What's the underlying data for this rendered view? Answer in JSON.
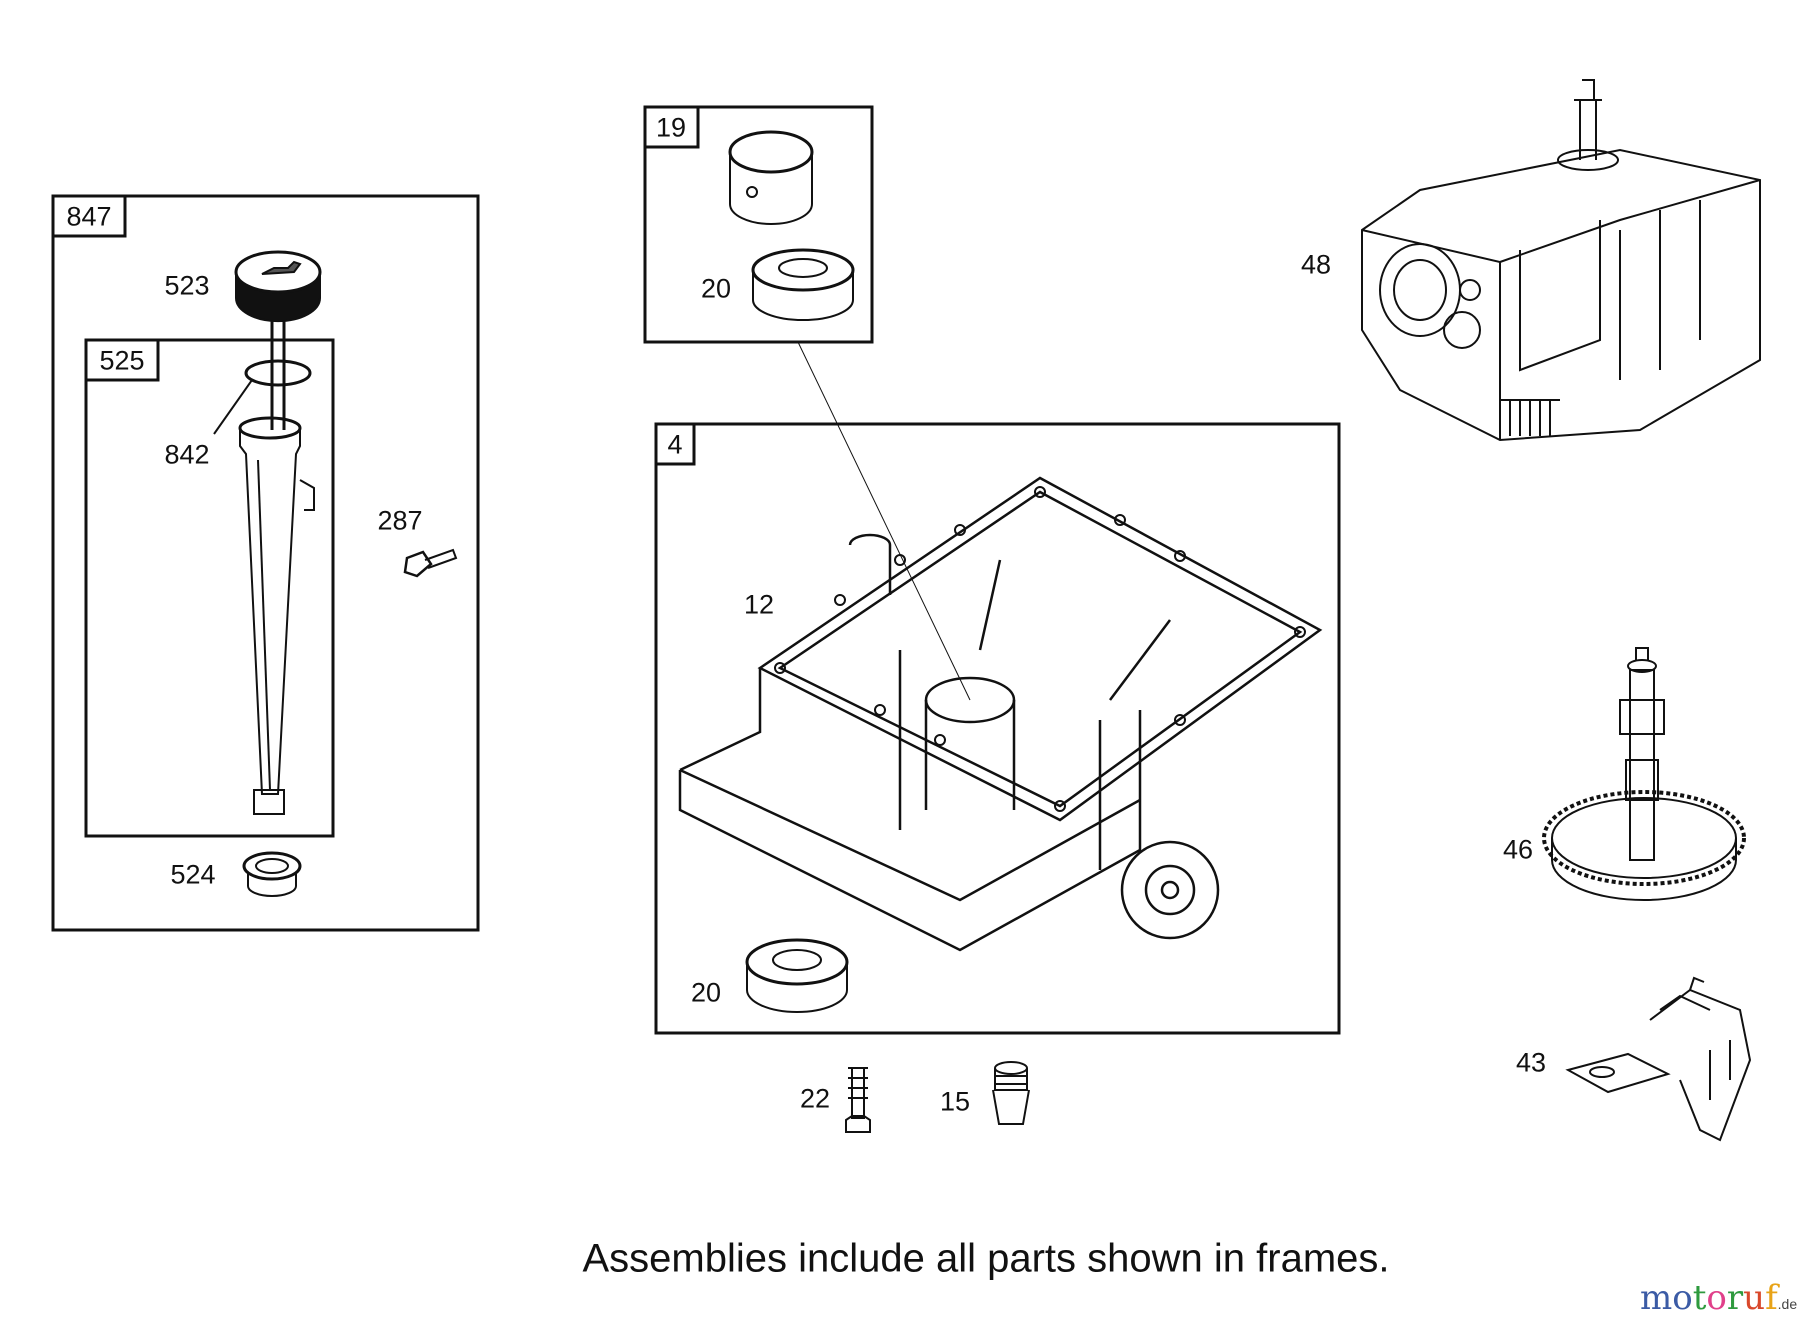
{
  "frames": [
    {
      "id": "847"
    },
    {
      "id": "525"
    },
    {
      "id": "19"
    },
    {
      "id": "4"
    }
  ],
  "callouts": {
    "p523": "523",
    "p842": "842",
    "p287": "287",
    "p524": "524",
    "p20a": "20",
    "p48": "48",
    "p12": "12",
    "p20b": "20",
    "p46": "46",
    "p22": "22",
    "p15": "15",
    "p43": "43"
  },
  "caption": "Assemblies include all parts shown in frames.",
  "watermark": {
    "text": "motoruf",
    "suffix": ".de",
    "letter_colors": [
      "#3b5ba5",
      "#3b5ba5",
      "#2e9a3e",
      "#e0408a",
      "#2e9a3e",
      "#d9482b",
      "#e8a317"
    ]
  },
  "colors": {
    "line": "#111111",
    "background": "#ffffff"
  }
}
